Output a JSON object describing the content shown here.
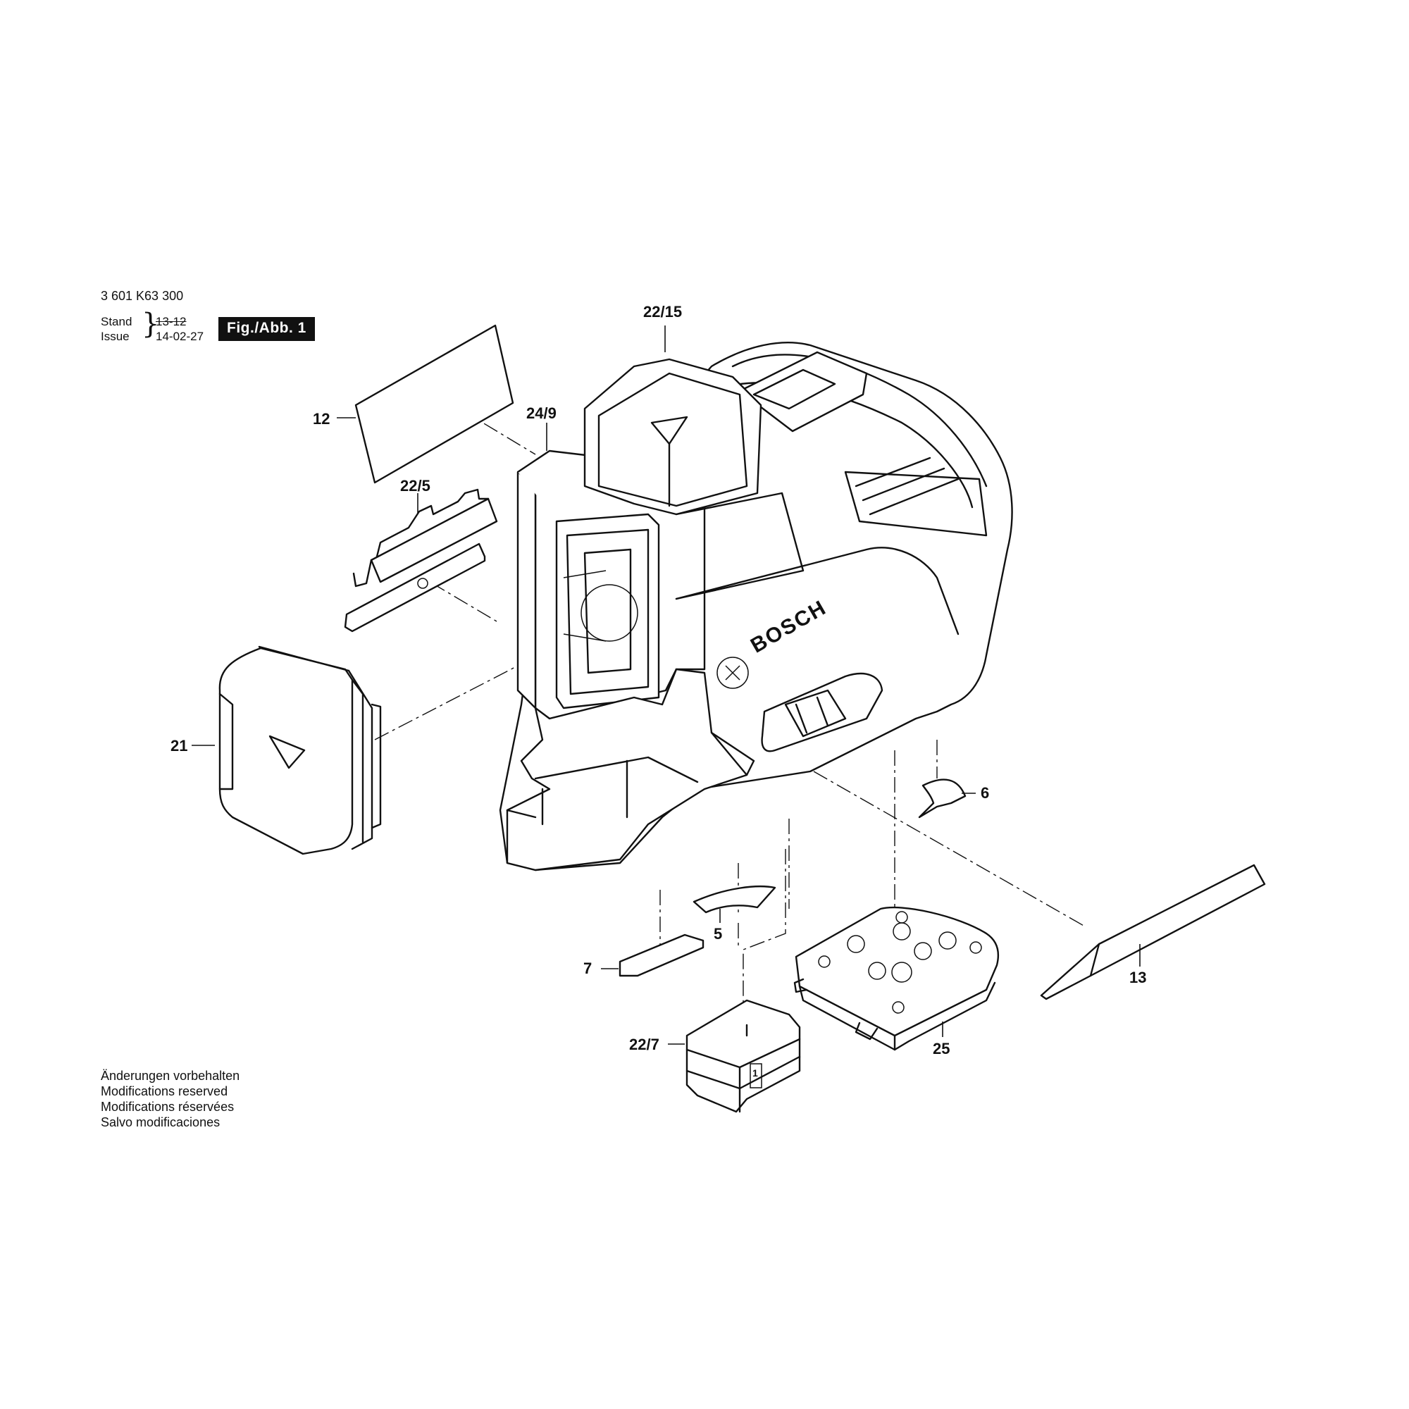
{
  "header": {
    "part_number": "3 601 K63 300",
    "stand_label": "Stand",
    "issue_label": "Issue",
    "stand_date_old": "13-12",
    "issue_date": "14-02-27",
    "figure_label": "Fig./Abb. 1"
  },
  "brand_on_housing": "BOSCH",
  "battery_mark": "1",
  "callouts": {
    "c22_15": "22/15",
    "c12": "12",
    "c24_9": "24/9",
    "c22_5": "22/5",
    "c21": "21",
    "c6": "6",
    "c5": "5",
    "c7": "7",
    "c13": "13",
    "c25": "25",
    "c22_7": "22/7"
  },
  "footer_notes": [
    "Änderungen vorbehalten",
    "Modifications reserved",
    "Modifications réservées",
    "Salvo modificaciones"
  ]
}
